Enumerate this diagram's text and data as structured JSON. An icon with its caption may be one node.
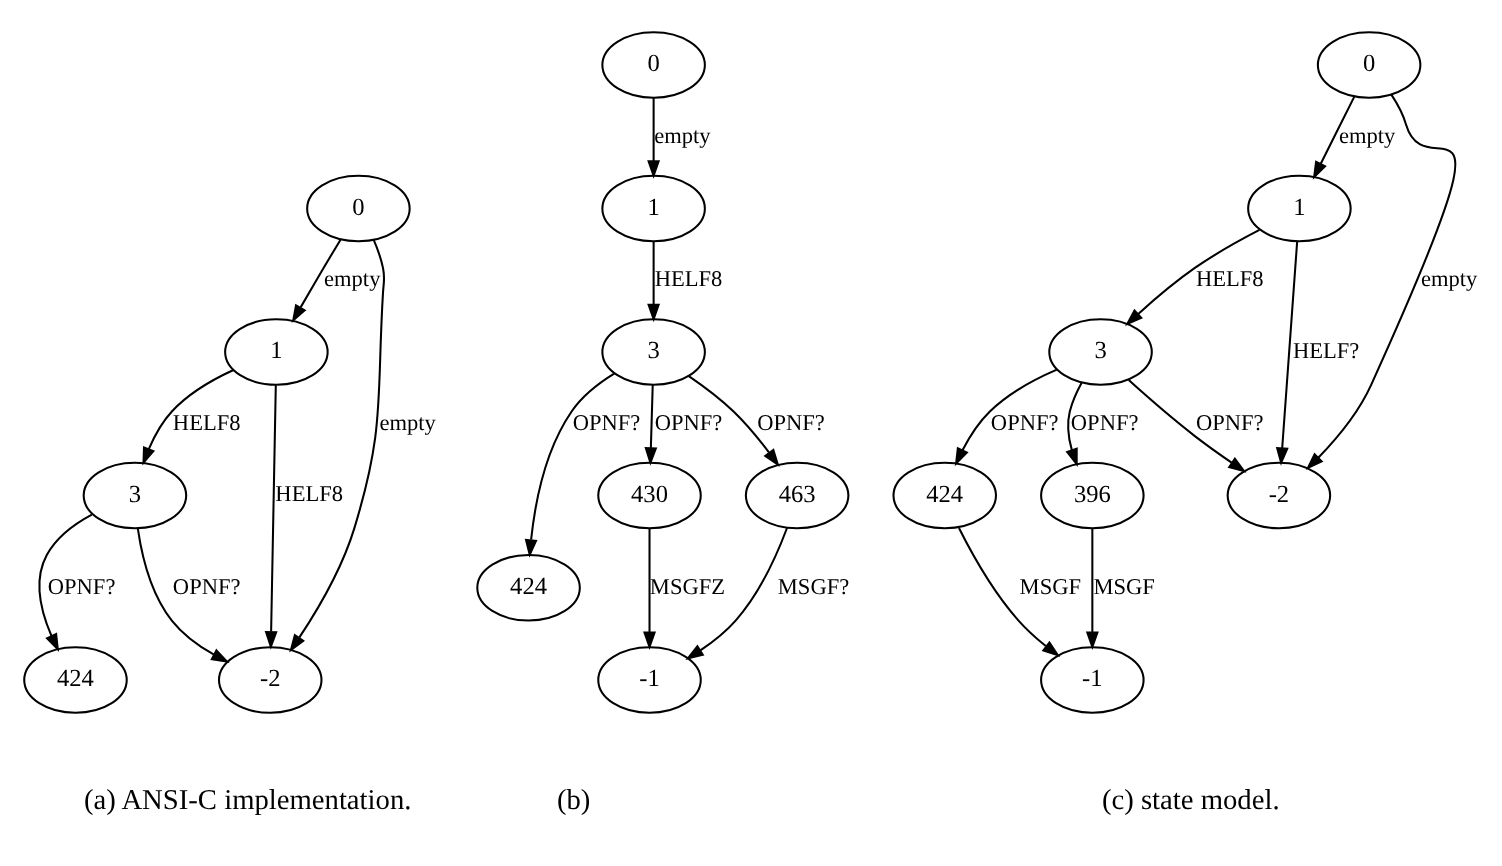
{
  "diagram": {
    "nodes": [
      {
        "text": [
          "0"
        ]
      },
      {
        "text": [
          "1"
        ]
      },
      {
        "text": [
          "3"
        ]
      },
      {
        "text": [
          "424"
        ]
      },
      {
        "text": [
          "-2"
        ]
      },
      {
        "text": [
          "0"
        ]
      },
      {
        "text": [
          "1"
        ]
      },
      {
        "text": [
          "3"
        ]
      },
      {
        "text": [
          "424"
        ]
      },
      {
        "text": [
          "430"
        ]
      },
      {
        "text": [
          "463"
        ]
      },
      {
        "text": [
          "-1"
        ]
      },
      {
        "text": [
          "0"
        ]
      },
      {
        "text": [
          "1"
        ]
      },
      {
        "text": [
          "3"
        ]
      },
      {
        "text": [
          "424"
        ]
      },
      {
        "text": [
          "396"
        ]
      },
      {
        "text": [
          "-2"
        ]
      },
      {
        "text": [
          "-1"
        ]
      }
    ],
    "edges": [
      {
        "from": 0,
        "to": 1,
        "arrow": "to",
        "label": "empty"
      },
      {
        "from": 0,
        "to": 4,
        "arrow": "to",
        "label": "empty"
      },
      {
        "from": 1,
        "to": 2,
        "arrow": "to",
        "label": "HELF8"
      },
      {
        "from": 1,
        "to": 4,
        "arrow": "to",
        "label": "HELF8"
      },
      {
        "from": 2,
        "to": 3,
        "arrow": "to",
        "label": "OPNF?"
      },
      {
        "from": 2,
        "to": 4,
        "arrow": "to",
        "label": "OPNF?"
      },
      {
        "from": 5,
        "to": 6,
        "arrow": "to",
        "label": "empty"
      },
      {
        "from": 6,
        "to": 7,
        "arrow": "to",
        "label": "HELF8"
      },
      {
        "from": 7,
        "to": 8,
        "arrow": "to",
        "label": "OPNF?"
      },
      {
        "from": 7,
        "to": 9,
        "arrow": "to",
        "label": "OPNF?"
      },
      {
        "from": 7,
        "to": 10,
        "arrow": "to",
        "label": "OPNF?"
      },
      {
        "from": 9,
        "to": 11,
        "arrow": "to",
        "label": "MSGFZ"
      },
      {
        "from": 10,
        "to": 11,
        "arrow": "to",
        "label": "MSGF?"
      },
      {
        "from": 12,
        "to": 13,
        "arrow": "to",
        "label": "empty"
      },
      {
        "from": 12,
        "to": 17,
        "arrow": "to",
        "label": "empty"
      },
      {
        "from": 13,
        "to": 14,
        "arrow": "to",
        "label": "HELF8"
      },
      {
        "from": 13,
        "to": 17,
        "arrow": "to",
        "label": "HELF?"
      },
      {
        "from": 14,
        "to": 15,
        "arrow": "to",
        "label": "OPNF?"
      },
      {
        "from": 14,
        "to": 16,
        "arrow": "to",
        "label": "OPNF?"
      },
      {
        "from": 14,
        "to": 17,
        "arrow": "to",
        "label": "OPNF?"
      },
      {
        "from": 15,
        "to": 18,
        "arrow": "to",
        "label": "MSGF"
      },
      {
        "from": 16,
        "to": 18,
        "arrow": "to",
        "label": "MSGF"
      }
    ],
    "labels": [
      "(a) ANSI-C implementation.",
      "(b)",
      "(c) state model."
    ]
  }
}
